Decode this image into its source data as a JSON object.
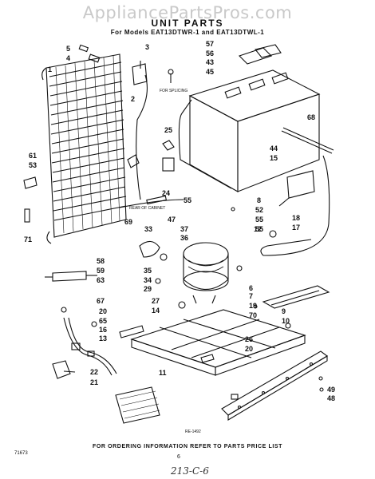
{
  "watermark": "AppliancePartsPros.com",
  "title": "UNIT PARTS",
  "subtitle": "For Models EAT13DTWR-1 and EAT13DTWL-1",
  "footer": "FOR ORDERING INFORMATION REFER TO PARTS PRICE LIST",
  "page_number": "6",
  "doc_code": "71673",
  "handwritten_note": "213-C-6",
  "annotations": {
    "for_splicing": "FOR SPLICING",
    "rear_of_cabinet": "REAR OF CABINET",
    "unit_code": "RE-1492"
  },
  "callouts": [
    "5",
    "4",
    "1",
    "3",
    "2",
    "57",
    "56",
    "43",
    "45",
    "68",
    "61",
    "53",
    "25",
    "44",
    "15",
    "24",
    "8",
    "52",
    "55",
    "18",
    "17",
    "12",
    "71",
    "69",
    "33",
    "37",
    "47",
    "36",
    "58",
    "59",
    "63",
    "35",
    "34",
    "29",
    "6",
    "7",
    "27",
    "14",
    "19",
    "70",
    "67",
    "20",
    "65",
    "16",
    "13",
    "9",
    "10",
    "26",
    "22",
    "21",
    "11",
    "49",
    "48"
  ]
}
